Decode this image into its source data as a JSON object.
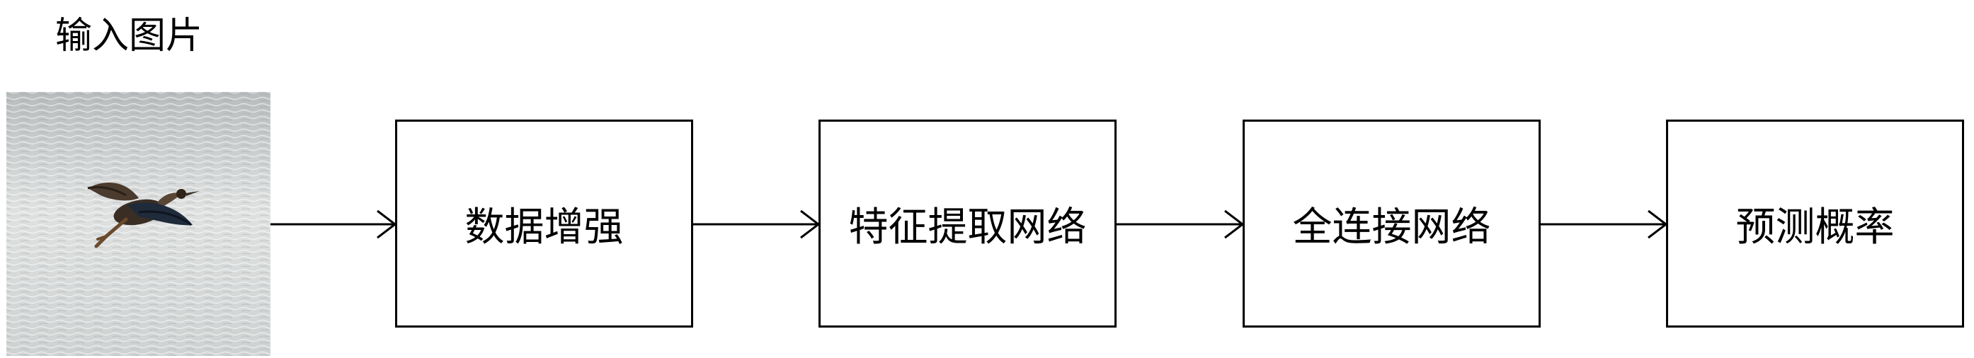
{
  "caption": "输入图片",
  "input_image": {
    "subject": "bird-flying-over-water"
  },
  "steps": [
    {
      "label": "数据增强"
    },
    {
      "label": "特征提取网络"
    },
    {
      "label": "全连接网络"
    },
    {
      "label": "预测概率"
    }
  ],
  "colors": {
    "stroke": "#000000",
    "background": "#ffffff"
  }
}
